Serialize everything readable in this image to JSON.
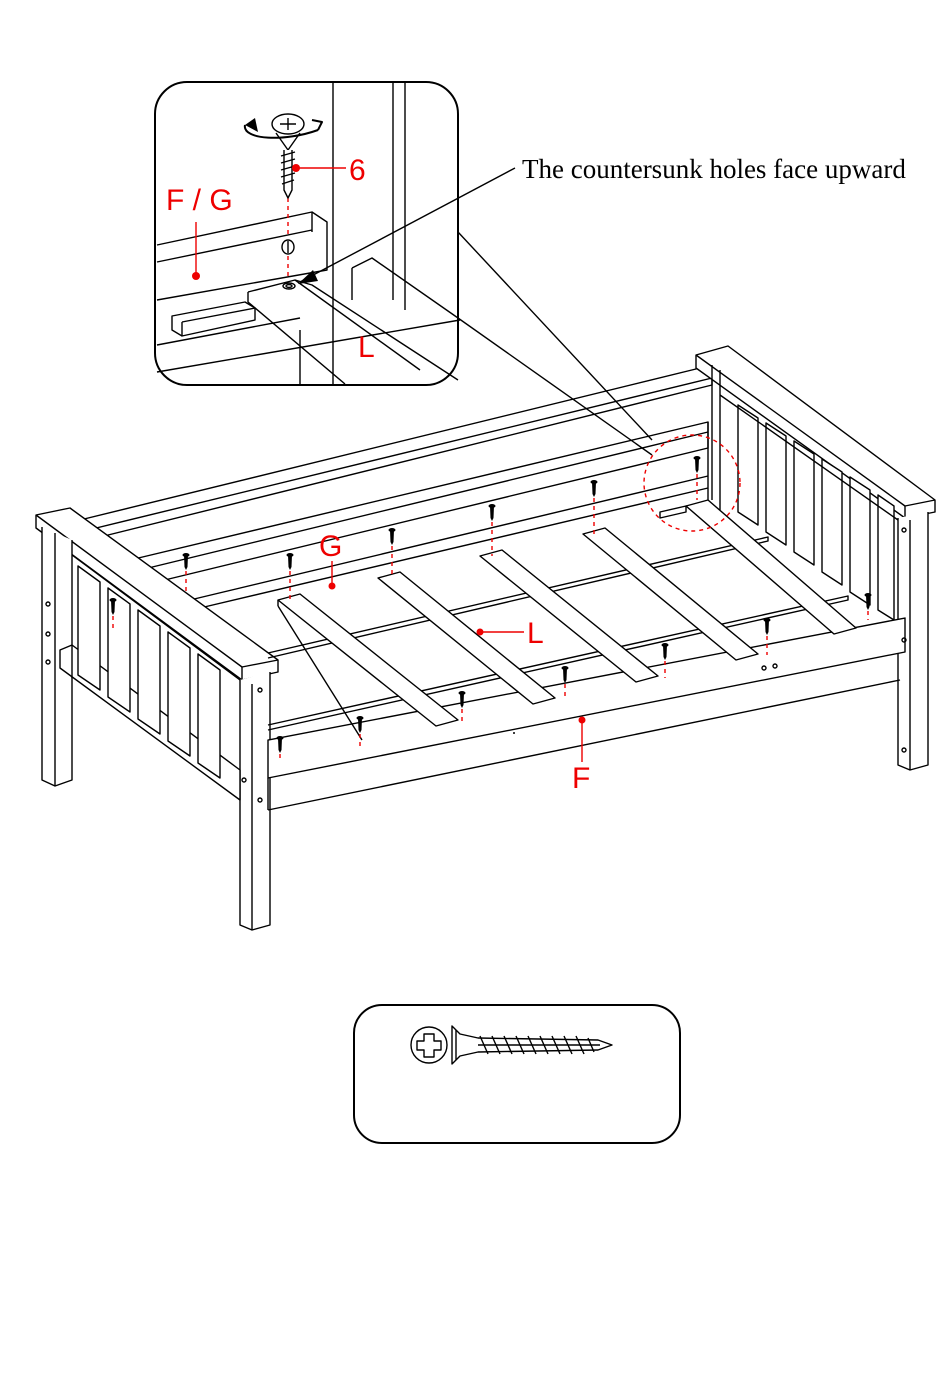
{
  "title": "",
  "accent_color": "#e00000",
  "labels": {
    "detail_screw": "6",
    "detail_rail": "F / G",
    "detail_slat": "L",
    "note": "The countersunk holes face upward",
    "rail_back": "G",
    "slat": "L",
    "rail_front": "F"
  },
  "icons": {
    "detail_screw": "screw-turning-icon",
    "hardware_screw": "screw-icon"
  }
}
